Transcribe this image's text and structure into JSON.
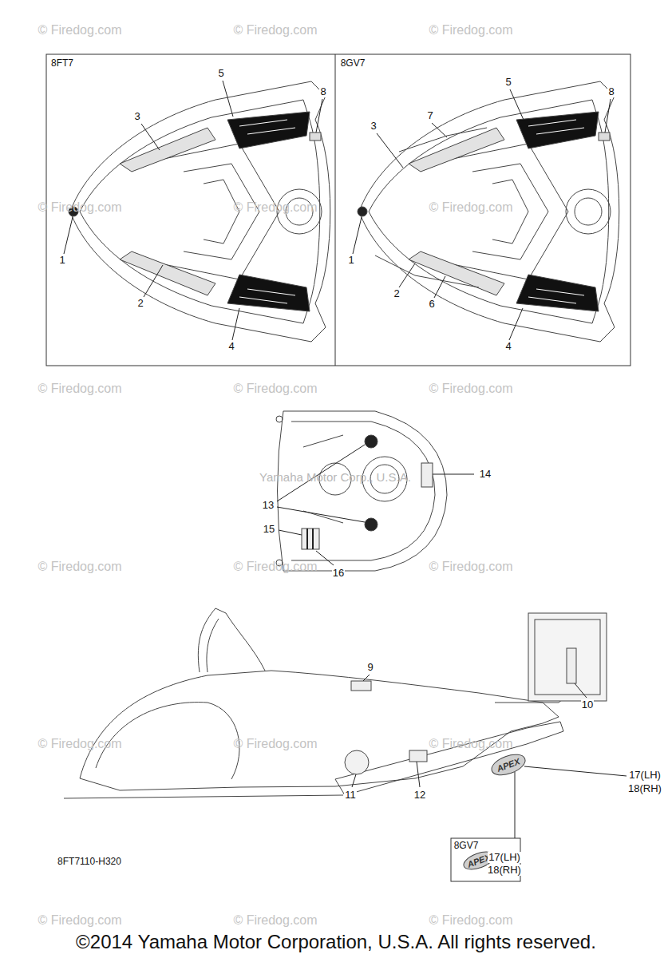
{
  "diagram": {
    "labels": [
      "8FT7",
      "5",
      "8",
      "3",
      "1",
      "2",
      "4",
      "8GV7",
      "5",
      "8",
      "3",
      "7",
      "1",
      "2",
      "6",
      "4",
      "Yamaha Motor Corp., U.S.A.",
      "13",
      "14",
      "15",
      "16",
      "9",
      "10",
      "APEX",
      "11",
      "12",
      "17(LH)",
      "18(RH)",
      "8GV7",
      "APEX",
      "17(LH)",
      "18(RH)",
      "8FT7110-H320",
      "©2014 Yamaha Motor Corporation, U.S.A. All rights reserved.",
      "© Firedog.com",
      "© Firedog.com",
      "© Firedog.com",
      "© Firedog.com",
      "© Firedog.com",
      "© Firedog.com",
      "© Firedog.com",
      "© Firedog.com",
      "© Firedog.com",
      "© Firedog.com",
      "© Firedog.com",
      "© Firedog.com",
      "© Firedog.com",
      "© Firedog.com",
      "© Firedog.com",
      "© Firedog.com",
      "© Firedog.com",
      "© Firedog.com"
    ]
  }
}
